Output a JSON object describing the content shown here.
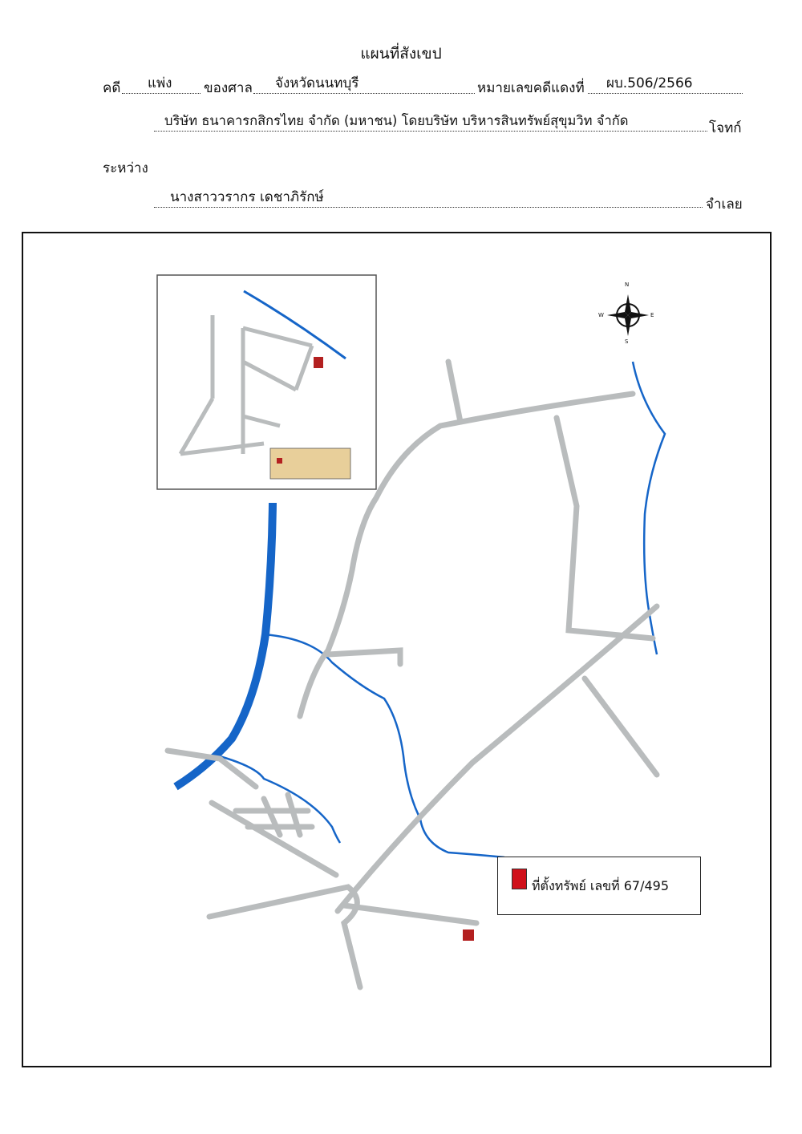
{
  "header": {
    "title": "แผนที่สังเขป",
    "case_label": "คดี",
    "case_type": "แพ่ง",
    "court_label": "ของศาล",
    "court_name": "จังหวัดนนทบุรี",
    "case_no_label": "หมายเลขคดีแดงที่",
    "case_no": "ผบ.506/2566",
    "plaintiff": "บริษัท ธนาคารกสิกรไทย จำกัด (มหาชน) โดยบริษัท บริหารสินทรัพย์สุขุมวิท จำกัด",
    "plaintiff_label": "โจทก์",
    "between_label": "ระหว่าง",
    "defendant": "นางสาววรากร  เดชาภิรักษ์",
    "defendant_label": "จำเลย"
  },
  "map": {
    "legend_text": "ที่ตั้งทรัพย์ เลขที่ 67/495",
    "legend_color": "#d0101a",
    "river_color": "#1565c8",
    "road_color": "#b9bcbd",
    "compass": {
      "n": "N",
      "s": "S",
      "e": "E",
      "w": "W"
    }
  }
}
